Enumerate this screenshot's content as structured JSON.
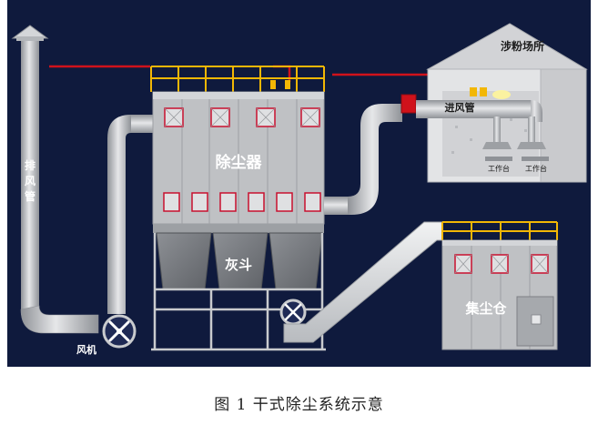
{
  "labels": {
    "exhaust_pipe": [
      "排",
      "风",
      "管"
    ],
    "fan": "风机",
    "dust_collector": "除尘器",
    "ash_hopper": "灰斗",
    "dust_room": "涉粉场所",
    "inlet_pipe": "进风管",
    "workbench_1": "工作台",
    "workbench_2": "工作台",
    "dust_bin": "集尘仓"
  },
  "caption": "图 1 干式除尘系统示意",
  "colors": {
    "background": "#0f1a3d",
    "pipe": "#c9cbce",
    "pipe_dark": "#8f9297",
    "housing": "#bfc1c4",
    "housing_dark": "#9da0a4",
    "room_wall": "#e3e4e6",
    "railing": "#f2b705",
    "red_line": "#d0121b",
    "filter_frame": "#c8102e"
  }
}
